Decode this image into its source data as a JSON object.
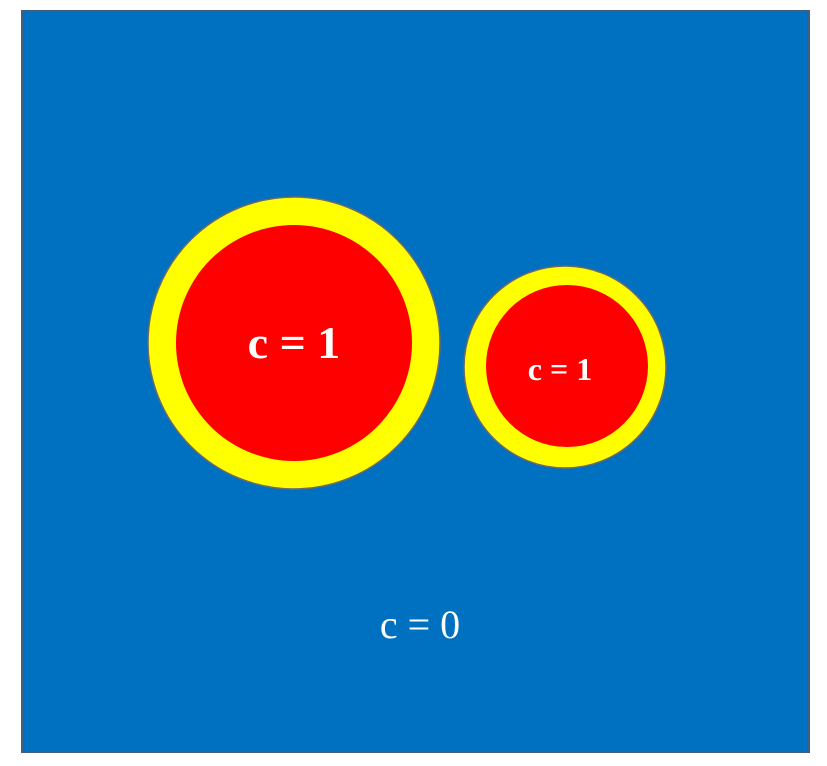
{
  "colors": {
    "background": "#0070C0",
    "border": "#3f5f7f",
    "outer_ring": "#FFFF00",
    "inner_disk": "#FF0000",
    "ring_stroke": "#6a6a6a",
    "text": "#FFFFFF"
  },
  "regions": {
    "matrix_label": "c = 0",
    "large_particle_label": "c = 1",
    "small_particle_label": "c = 1"
  }
}
